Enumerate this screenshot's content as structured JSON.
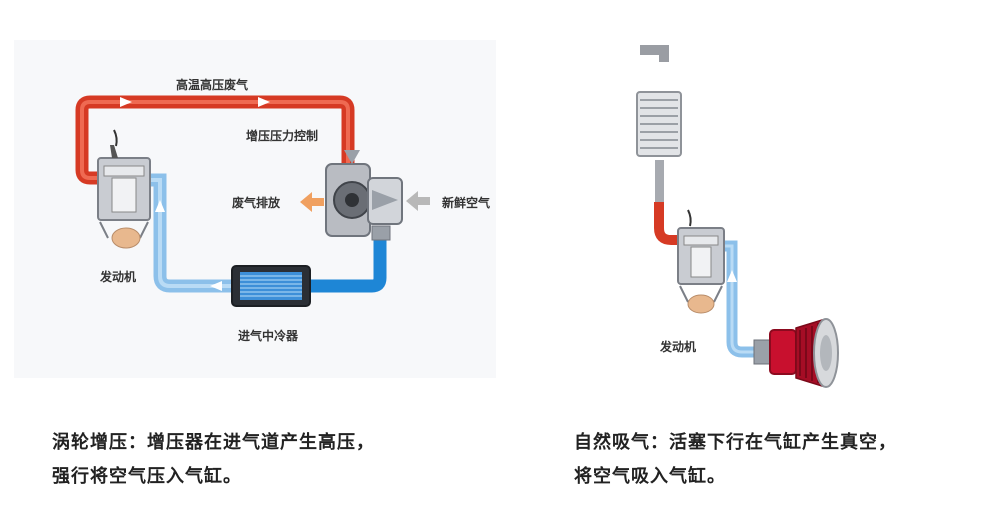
{
  "turbo": {
    "exhaust_label": "高温高压废气",
    "boost_control_label": "增压压力控制",
    "exhaust_out_label": "废气排放",
    "fresh_air_label": "新鲜空气",
    "engine_label": "发动机",
    "intercooler_label": "进气中冷器",
    "caption_line1": "涡轮增压：增压器在进气道产生高压，",
    "caption_line2": "强行将空气压入气缸。"
  },
  "natural": {
    "engine_label": "发动机",
    "caption_line1": "自然吸气：活塞下行在气缸产生真空，",
    "caption_line2": "将空气吸入气缸。"
  },
  "colors": {
    "hot_pipe": "#d63a24",
    "cool_pipe": "#7fb6e6",
    "exhaust_arrow": "#f0a060",
    "fresh_arrow": "#b8b8b8",
    "filter_red": "#c8102e"
  },
  "icons": [
    "engine-icon",
    "turbocharger-icon",
    "intercooler-icon",
    "muffler-icon",
    "air-filter-icon"
  ]
}
